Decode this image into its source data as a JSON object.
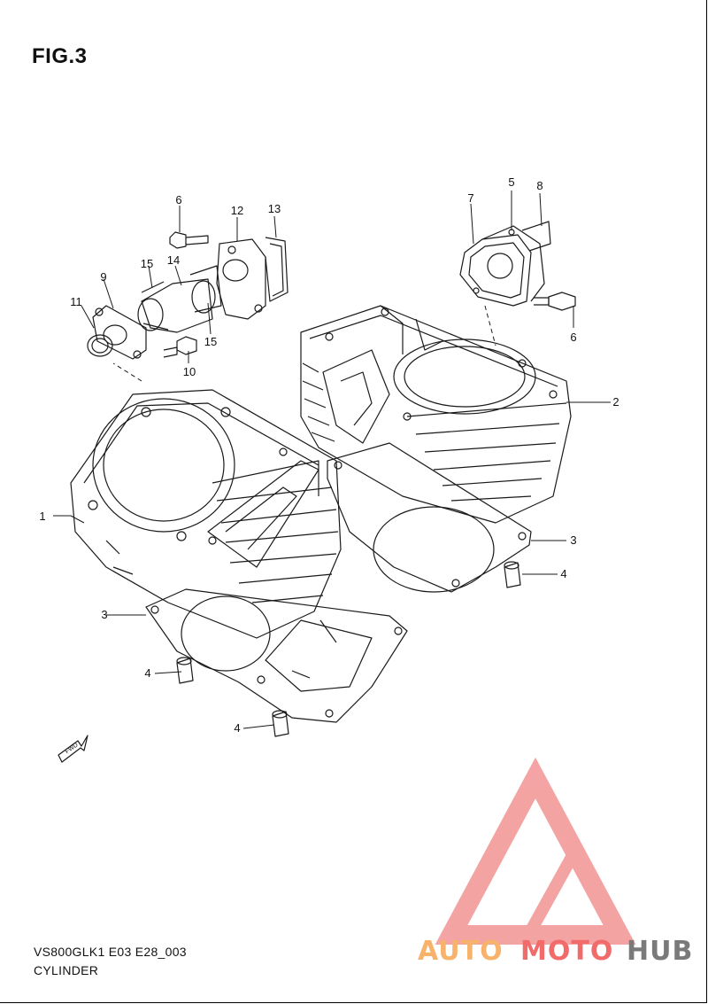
{
  "figure": {
    "title": "FIG.3",
    "model_code": "VS800GLK1 E03 E28_003",
    "name": "CYLINDER"
  },
  "callouts": [
    {
      "id": "c1",
      "label": "1"
    },
    {
      "id": "c2",
      "label": "2"
    },
    {
      "id": "c3a",
      "label": "3"
    },
    {
      "id": "c3b",
      "label": "3"
    },
    {
      "id": "c4a",
      "label": "4"
    },
    {
      "id": "c4b",
      "label": "4"
    },
    {
      "id": "c4c",
      "label": "4"
    },
    {
      "id": "c5",
      "label": "5"
    },
    {
      "id": "c6a",
      "label": "6"
    },
    {
      "id": "c6b",
      "label": "6"
    },
    {
      "id": "c7",
      "label": "7"
    },
    {
      "id": "c8",
      "label": "8"
    },
    {
      "id": "c9",
      "label": "9"
    },
    {
      "id": "c10",
      "label": "10"
    },
    {
      "id": "c11",
      "label": "11"
    },
    {
      "id": "c12",
      "label": "12"
    },
    {
      "id": "c13",
      "label": "13"
    },
    {
      "id": "c14",
      "label": "14"
    },
    {
      "id": "c15a",
      "label": "15"
    },
    {
      "id": "c15b",
      "label": "15"
    }
  ],
  "fwd_arrow": {
    "label": "FWD"
  },
  "watermark": {
    "text_part1": "AUTO",
    "text_part2": "MOTO",
    "text_part3": "HUB",
    "colors": {
      "orange": "#f7b36b",
      "red": "#f26b6b",
      "gray": "#7a7a7a",
      "triangle": "#f08080"
    }
  },
  "colors": {
    "line": "#1a1a1a",
    "background": "#ffffff"
  }
}
